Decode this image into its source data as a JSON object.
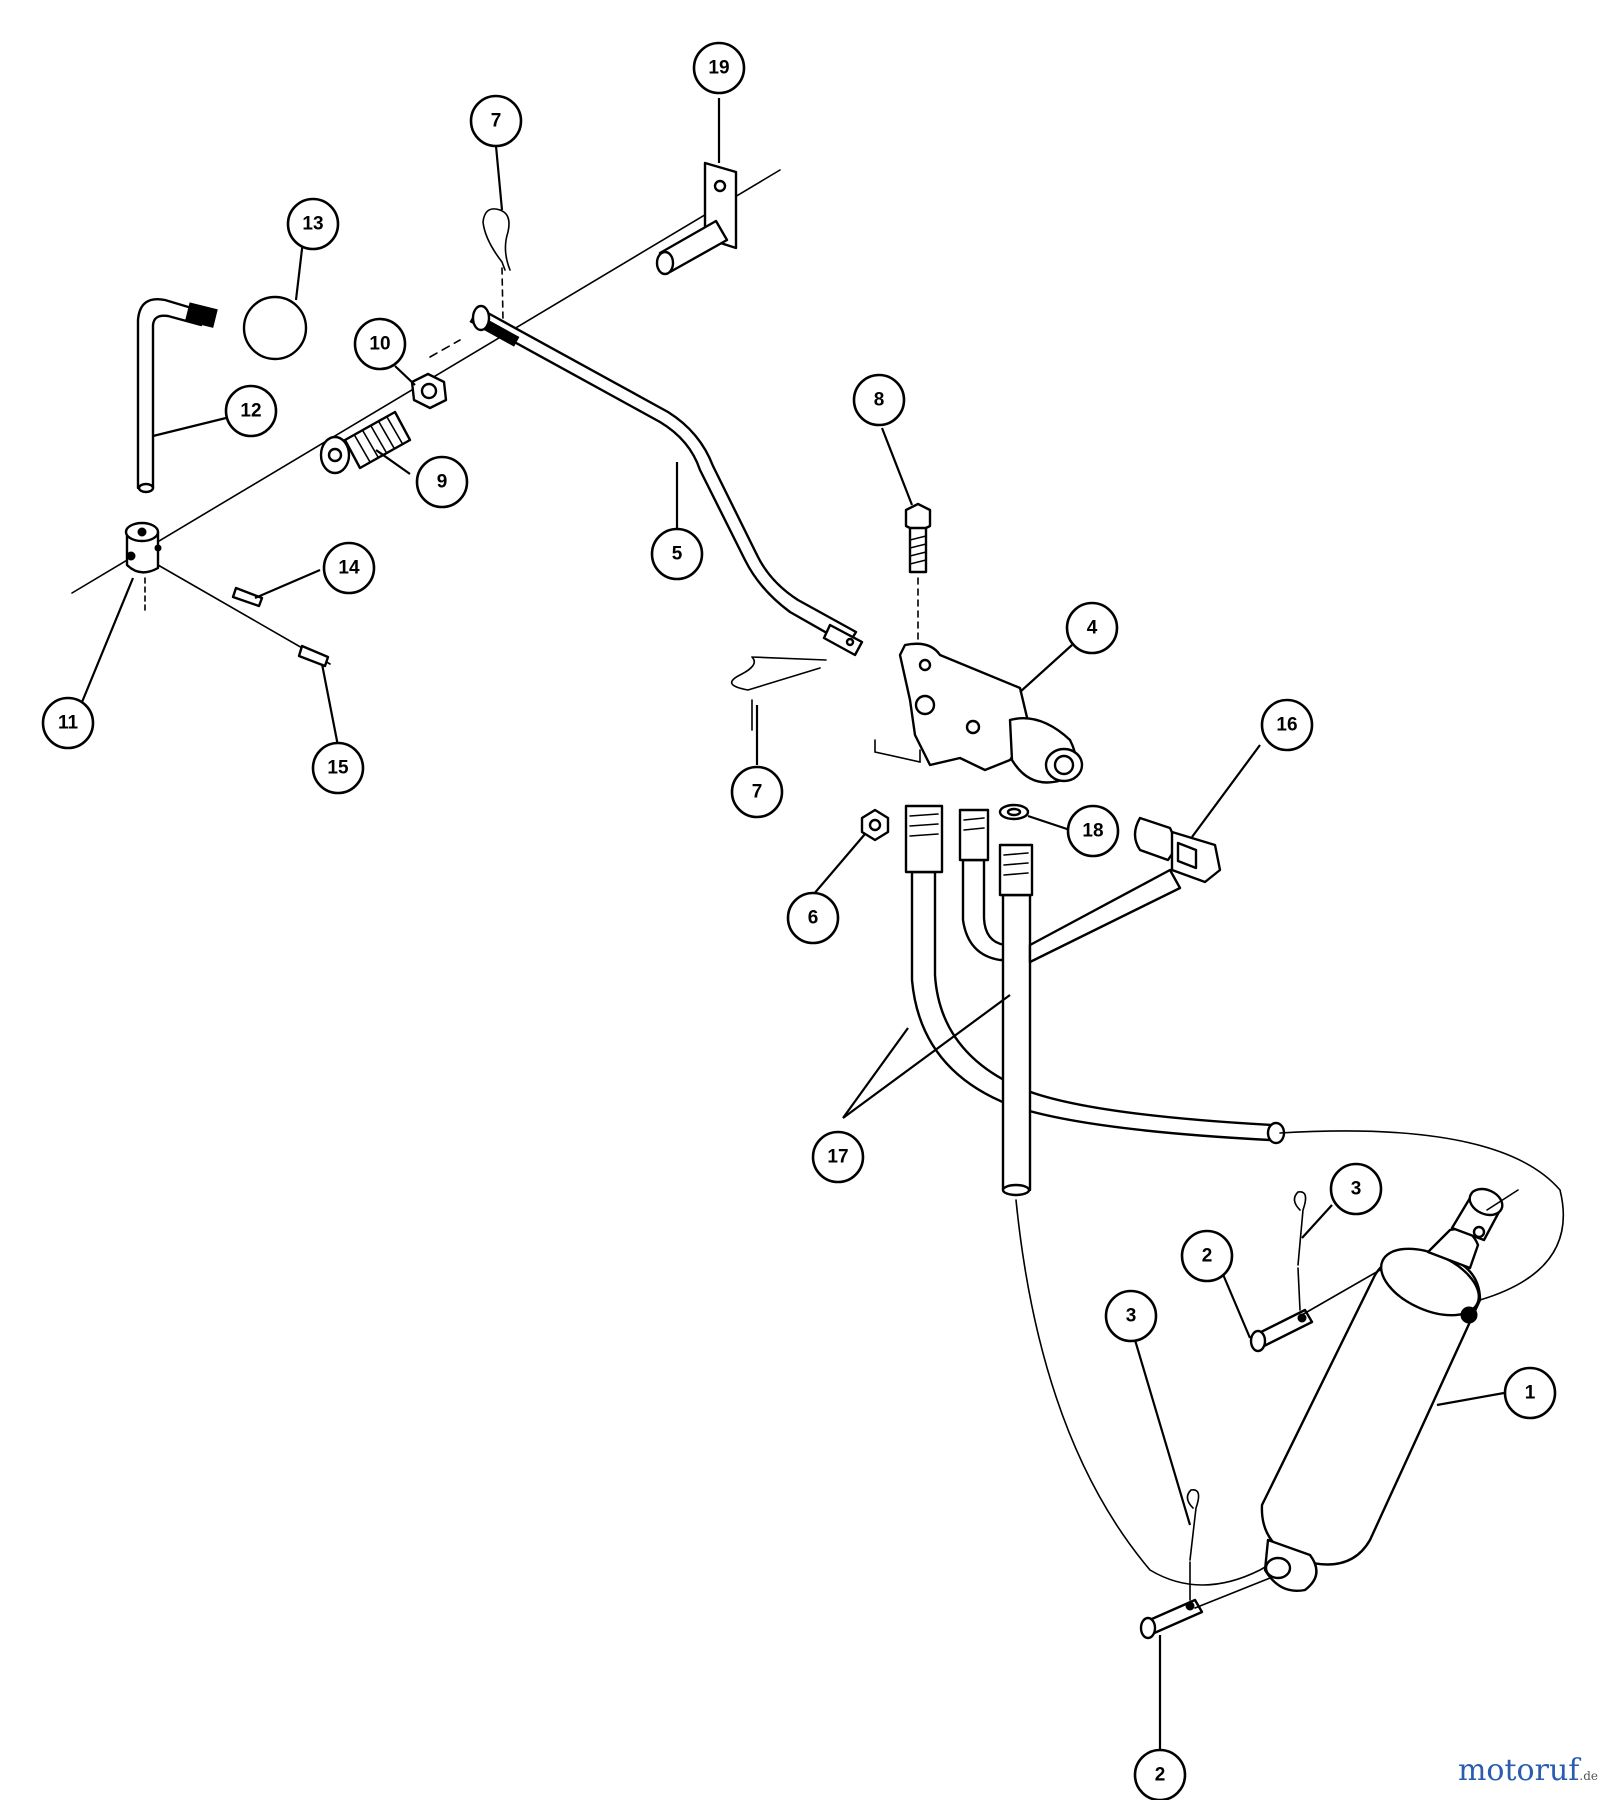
{
  "callouts": [
    {
      "id": "c1",
      "label": "1"
    },
    {
      "id": "c2a",
      "label": "2"
    },
    {
      "id": "c2b",
      "label": "2"
    },
    {
      "id": "c3a",
      "label": "3"
    },
    {
      "id": "c3b",
      "label": "3"
    },
    {
      "id": "c4",
      "label": "4"
    },
    {
      "id": "c5",
      "label": "5"
    },
    {
      "id": "c6",
      "label": "6"
    },
    {
      "id": "c7a",
      "label": "7"
    },
    {
      "id": "c7b",
      "label": "7"
    },
    {
      "id": "c8",
      "label": "8"
    },
    {
      "id": "c9",
      "label": "9"
    },
    {
      "id": "c10",
      "label": "10"
    },
    {
      "id": "c11",
      "label": "11"
    },
    {
      "id": "c12",
      "label": "12"
    },
    {
      "id": "c13",
      "label": "13"
    },
    {
      "id": "c14",
      "label": "14"
    },
    {
      "id": "c15",
      "label": "15"
    },
    {
      "id": "c16",
      "label": "16"
    },
    {
      "id": "c17",
      "label": "17"
    },
    {
      "id": "c18",
      "label": "18"
    },
    {
      "id": "c19",
      "label": "19"
    }
  ],
  "watermark": {
    "brand": "motoruf",
    "tld": ".de"
  }
}
